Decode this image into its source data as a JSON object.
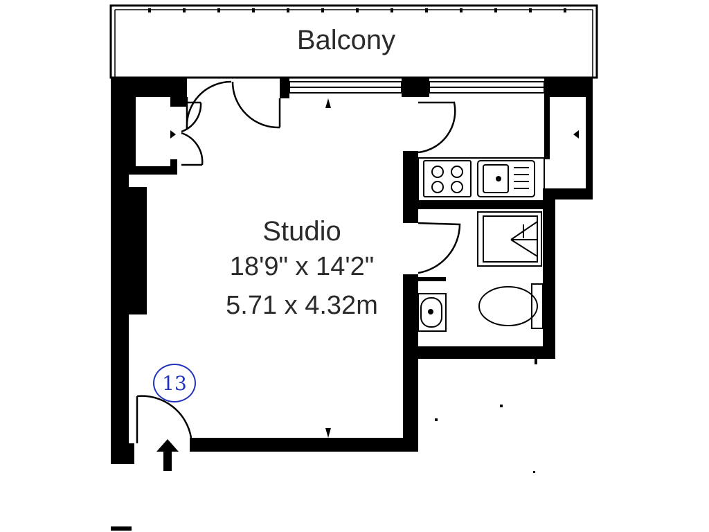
{
  "rooms": {
    "balcony": {
      "name": "Balcony"
    },
    "studio": {
      "name": "Studio",
      "imperial": "18'9\" x 14'2\"",
      "metric": "5.71 x 4.32m"
    }
  },
  "unit_number": "13",
  "colors": {
    "wall": "#000000",
    "text": "#2b2b2b",
    "annotation": "#2233bb"
  },
  "icons": [
    "entrance-arrow-icon",
    "hob-icon",
    "sink-icon",
    "shower-tray-icon",
    "toilet-icon",
    "basin-icon"
  ]
}
